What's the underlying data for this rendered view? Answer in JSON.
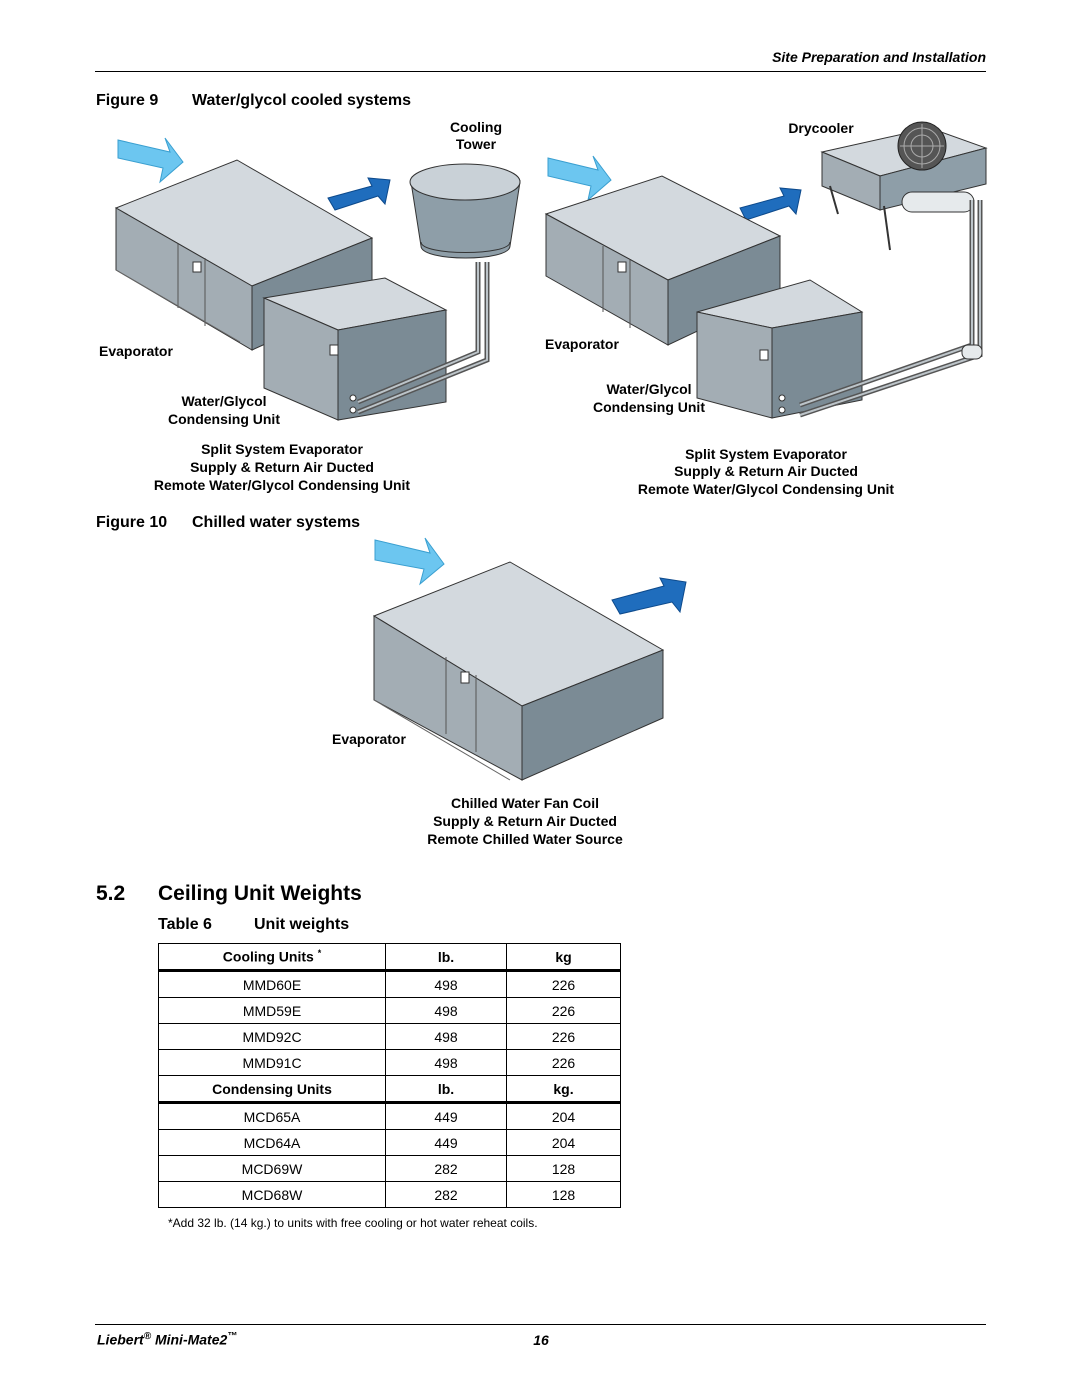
{
  "header": {
    "title": "Site Preparation and Installation"
  },
  "figure9": {
    "label": "Figure 9",
    "title": "Water/glycol cooled systems",
    "cooling_tower_1": "Cooling",
    "cooling_tower_2": "Tower",
    "drycooler": "Drycooler",
    "left_evaporator": "Evaporator",
    "left_cond_1": "Water/Glycol",
    "left_cond_2": "Condensing Unit",
    "left_caption": [
      "Split System Evaporator",
      "Supply & Return Air Ducted",
      "Remote Water/Glycol Condensing Unit"
    ],
    "right_evaporator": "Evaporator",
    "right_cond_1": "Water/Glycol",
    "right_cond_2": "Condensing Unit",
    "right_caption": [
      "Split System Evaporator",
      "Supply & Return Air Ducted",
      "Remote Water/Glycol Condensing Unit"
    ]
  },
  "figure10": {
    "label": "Figure 10",
    "title": "Chilled water systems",
    "evaporator": "Evaporator",
    "caption": [
      "Chilled Water Fan Coil",
      "Supply & Return Air Ducted",
      "Remote Chilled Water Source"
    ]
  },
  "section": {
    "number": "5.2",
    "title": "Ceiling Unit Weights"
  },
  "table": {
    "label": "Table 6",
    "title": "Unit weights",
    "cooling_header": [
      "Cooling Units",
      "lb.",
      "kg"
    ],
    "cooling_header_mark": "*",
    "cooling_rows": [
      [
        "MMD60E",
        "498",
        "226"
      ],
      [
        "MMD59E",
        "498",
        "226"
      ],
      [
        "MMD92C",
        "498",
        "226"
      ],
      [
        "MMD91C",
        "498",
        "226"
      ]
    ],
    "condensing_header": [
      "Condensing Units",
      "lb.",
      "kg."
    ],
    "condensing_rows": [
      [
        "MCD65A",
        "449",
        "204"
      ],
      [
        "MCD64A",
        "449",
        "204"
      ],
      [
        "MCD69W",
        "282",
        "128"
      ],
      [
        "MCD68W",
        "282",
        "128"
      ]
    ],
    "note": "*Add 32 lb. (14 kg.) to units with free cooling or hot water reheat coils."
  },
  "footer": {
    "brand": "Liebert",
    "reg": "®",
    "product": "Mini-Mate2",
    "tm": "™",
    "page": "16"
  }
}
